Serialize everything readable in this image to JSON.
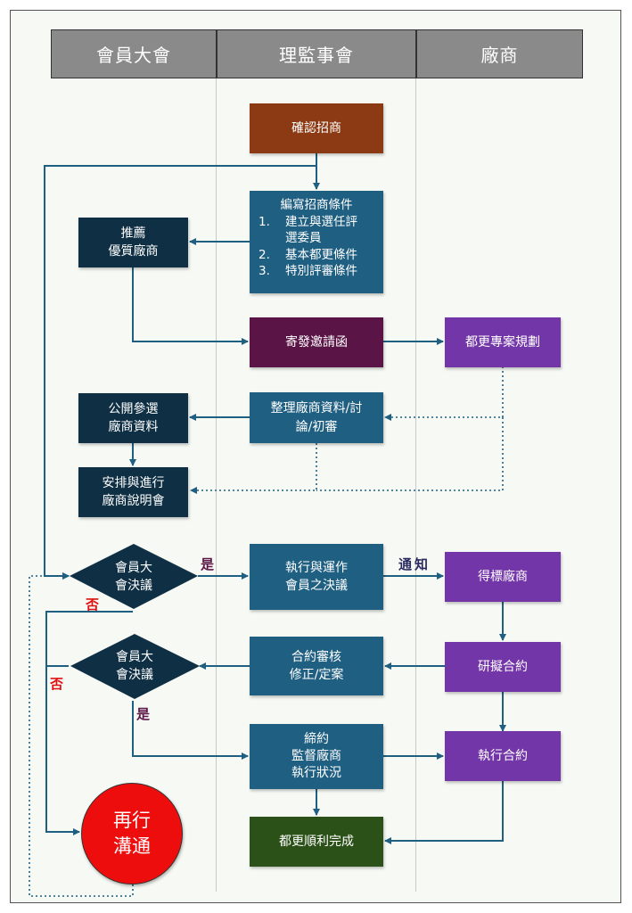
{
  "lanes": [
    "會員大會",
    "理監事會",
    "廠商"
  ],
  "nodes": {
    "confirm": "確認招商",
    "draft": {
      "title": "編寫招商條件",
      "items": [
        {
          "num": "1.",
          "text": "建立與選任評"
        },
        {
          "num": "",
          "text": "選委員"
        },
        {
          "num": "2.",
          "text": "基本都更條件"
        },
        {
          "num": "3.",
          "text": "特別評審條件"
        }
      ]
    },
    "recommend": [
      "推薦",
      "優質廠商"
    ],
    "send_invite": "寄發邀請函",
    "vendor_plan": "都更專案規劃",
    "organize": [
      "整理廠商資料/討",
      "論/初審"
    ],
    "publish": [
      "公開參選",
      "廠商資料"
    ],
    "briefing": [
      "安排與進行",
      "廠商說明會"
    ],
    "decision1": [
      "會員大",
      "會決議"
    ],
    "execute": [
      "執行與運作",
      "會員之決議"
    ],
    "winner": "得標廠商",
    "contract_review": [
      "合約審核",
      "修正/定案"
    ],
    "decision2": [
      "會員大",
      "會決議"
    ],
    "draft_contract": "研擬合約",
    "sign": [
      "締約",
      "監督廠商",
      "執行狀況"
    ],
    "exec_contract": "執行合約",
    "complete": "都更順利完成",
    "recommunicate": [
      "再行",
      "溝通"
    ]
  },
  "labels": {
    "yes1": "是",
    "no1": "否",
    "notify": "通知",
    "no2": "否",
    "yes2": "是"
  },
  "colors": {
    "header": "#8a8a8a",
    "start": "#8b3a13",
    "navy": "#0e2f44",
    "blue": "#1f5f82",
    "maroon": "#5a1546",
    "purple": "#7336a8",
    "green": "#2c5118",
    "stop": "#ee0d0d",
    "connector": "#1f5f82"
  }
}
